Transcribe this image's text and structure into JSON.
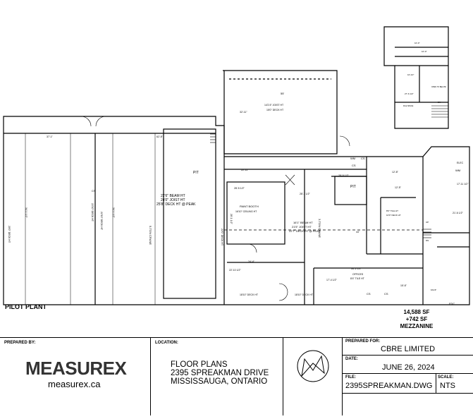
{
  "plan": {
    "texts": [
      {
        "id": "mz1",
        "text": "10'-0\""
      },
      {
        "id": "mz2",
        "text": "10'-0\""
      },
      {
        "id": "mz3",
        "text": "10'-10\""
      },
      {
        "id": "mz4",
        "text": "27'-6 1/2\""
      },
      {
        "id": "mz5",
        "text": "OPEN TO BELOW"
      },
      {
        "id": "mz6",
        "text": "DN"
      },
      {
        "id": "mz7",
        "text": "FILE SPACE"
      },
      {
        "id": "top1",
        "text": "55'"
      },
      {
        "id": "top2",
        "text": "14'2.5\" JOIST HT"
      },
      {
        "id": "top3",
        "text": "15'0\" DECK HT"
      },
      {
        "id": "top4",
        "text": "32'-11\""
      },
      {
        "id": "b1",
        "text": "37'-1\""
      },
      {
        "id": "b2",
        "text": "62'-8\""
      },
      {
        "id": "b3",
        "text": "34'-1 1/2\""
      },
      {
        "id": "b4",
        "text": "34'-1 1/2\""
      },
      {
        "id": "b5",
        "text": "22'10\" DECK HT"
      },
      {
        "id": "b6",
        "text": "22'10\" DECK HT"
      },
      {
        "id": "b7",
        "text": "20'0\" DECK HT"
      },
      {
        "id": "b8",
        "text": "PIT"
      },
      {
        "id": "b9",
        "text": "22'6\" BEAM HT"
      },
      {
        "id": "b10",
        "text": "24'0\" JOIST HT"
      },
      {
        "id": "b11",
        "text": "25'8\" DECK HT @ PEAK"
      },
      {
        "id": "b12",
        "text": "5-TON CRANE"
      },
      {
        "id": "m1",
        "text": "22'-11\""
      },
      {
        "id": "m2",
        "text": "28'-5 1/2\""
      },
      {
        "id": "m3",
        "text": "PAINT BOOTH"
      },
      {
        "id": "m4",
        "text": "16'10\" CEILING HT"
      },
      {
        "id": "m5",
        "text": "28'-1 1/2\""
      },
      {
        "id": "m6",
        "text": "22'0\" DECK HT"
      },
      {
        "id": "m7",
        "text": "24'-4\""
      },
      {
        "id": "m8",
        "text": "22'-10 1/2\""
      },
      {
        "id": "m9",
        "text": "18'10\" DECK HT"
      },
      {
        "id": "m10",
        "text": "18'10\" DECK HT"
      },
      {
        "id": "m11",
        "text": "3-TON CRANE"
      },
      {
        "id": "m12",
        "text": "28'-1 1/2\""
      },
      {
        "id": "m13",
        "text": "16'1\" BEAM HT"
      },
      {
        "id": "m14",
        "text": "21'5\" JOIST HT"
      },
      {
        "id": "m15",
        "text": "22'7\" DECK HT @ PEAK"
      },
      {
        "id": "m16",
        "text": "PIT"
      },
      {
        "id": "m17",
        "text": "28'-5 1/2\""
      },
      {
        "id": "m18",
        "text": "44'"
      },
      {
        "id": "m19",
        "text": "OFFICES"
      },
      {
        "id": "m20",
        "text": "8'4\" TILE HT"
      },
      {
        "id": "m21",
        "text": "34'-2 1/2\""
      },
      {
        "id": "m22",
        "text": "17'-4 1/2\""
      },
      {
        "id": "m23",
        "text": "CS"
      },
      {
        "id": "m24",
        "text": "15'-6\""
      },
      {
        "id": "r1",
        "text": "WM"
      },
      {
        "id": "r2",
        "text": "CS"
      },
      {
        "id": "r3",
        "text": "12'-8\""
      },
      {
        "id": "r4",
        "text": "12'-5\""
      },
      {
        "id": "r5",
        "text": "17'-11 1/2\""
      },
      {
        "id": "r6",
        "text": "21'-6 1/2\""
      },
      {
        "id": "r7",
        "text": "WM"
      },
      {
        "id": "r8",
        "text": "ELEC"
      },
      {
        "id": "r9",
        "text": "FDC"
      },
      {
        "id": "r10",
        "text": "FACP"
      },
      {
        "id": "r11",
        "text": "DN"
      },
      {
        "id": "r12",
        "text": "UP"
      },
      {
        "id": "r13",
        "text": "8'6\" TILE HT"
      },
      {
        "id": "r14",
        "text": "10'0\" DECK HT"
      },
      {
        "id": "r15",
        "text": "CS"
      },
      {
        "id": "r16",
        "text": "CS"
      },
      {
        "id": "r17",
        "text": "CS"
      }
    ]
  },
  "site_title": "PILOT PLANT",
  "area": {
    "line1": "14,588 SF",
    "line2": "+742 SF",
    "line3": "MEZZANINE"
  },
  "title_block": {
    "prepared_by_label": "PREPARED BY:",
    "brand": "MEASUREX",
    "brand_site": "measurex.ca",
    "location_label": "LOCATION:",
    "location_line1": "FLOOR PLANS",
    "location_line2": "2395 SPREAKMAN DRIVE",
    "location_line3": "MISSISSAUGA, ONTARIO",
    "prepared_for_label": "PREPARED FOR:",
    "prepared_for": "CBRE LIMITED",
    "date_label": "DATE:",
    "date": "JUNE 26, 2024",
    "file_label": "FILE:",
    "file": "2395SPREAKMAN.DWG",
    "scale_label": "SCALE:",
    "scale": "NTS"
  }
}
